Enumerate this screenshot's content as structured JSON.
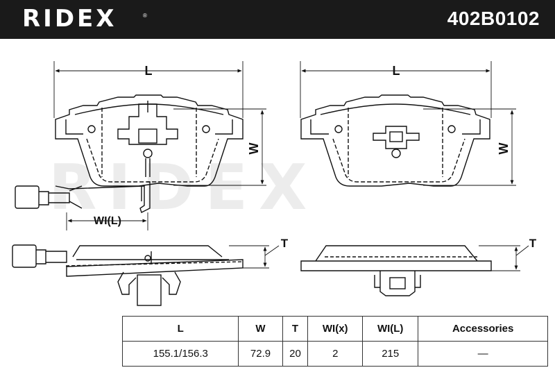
{
  "header": {
    "brand": "RIDEX",
    "part_number": "402B0102"
  },
  "dimensions": {
    "length_label": "L",
    "width_label": "W",
    "thickness_label": "T",
    "wear_indicator_label": "WI(L)"
  },
  "specs": {
    "headers": [
      "L",
      "W",
      "T",
      "WI(x)",
      "WI(L)",
      "Accessories"
    ],
    "values": [
      "155.1/156.3",
      "72.9",
      "20",
      "2",
      "215",
      "—"
    ]
  }
}
